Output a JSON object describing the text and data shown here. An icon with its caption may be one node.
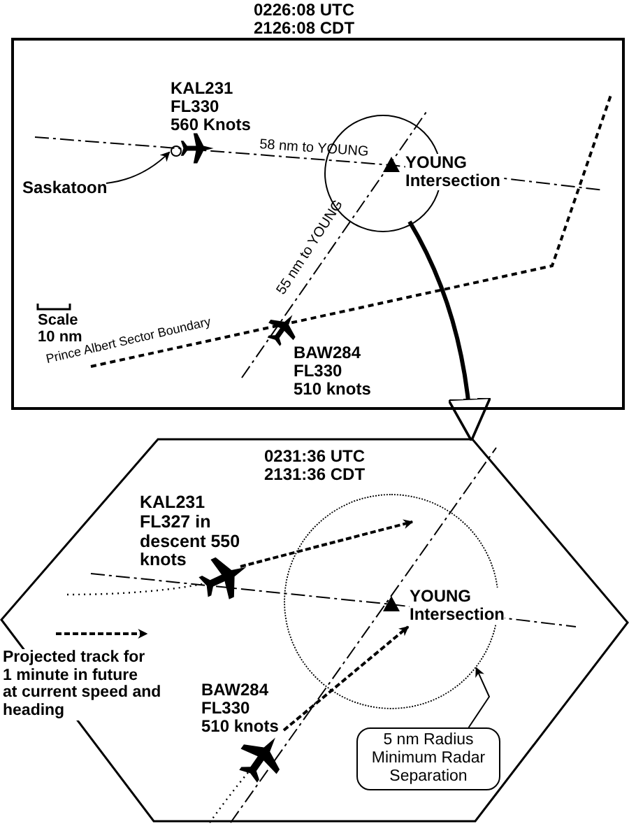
{
  "diagram": {
    "nodes": [
      {
        "text": [
          "0226:08 UTC 2126:08 CDT"
        ]
      },
      {
        "text": [
          "Saskatoon"
        ],
        "in": 0
      },
      {
        "text": [],
        "shape": "circle",
        "in": 0
      },
      {
        "text": [],
        "shape": "circle",
        "in": 0
      },
      {
        "text": [
          "0231:36 UTC 2131:36 CDT"
        ]
      },
      {
        "text": [
          "5 nm Radius Minimum Radar Separation"
        ],
        "in": 4
      },
      {
        "text": [],
        "shape": "circle",
        "in": 4
      }
    ],
    "edges": [
      {
        "from": 1,
        "to": 2,
        "arrow": "to"
      },
      {
        "from": 3,
        "to": 4,
        "arrow": "to",
        "style": "thick"
      },
      {
        "from": 5,
        "to": 6,
        "arrow": "to"
      }
    ],
    "labels": [
      "KAL231 FL330 560 Knots",
      "58 nm to YOUNG",
      "YOUNG Intersection",
      "55 nm to YOUNG",
      "Scale 10 nm",
      "Prince Albert Sector Boundary",
      "BAW284 FL330 510 knots",
      "KAL231 FL327 in descent 550 knots",
      "YOUNG Intersection",
      "BAW284 FL330 510 knots"
    ],
    "legend": [
      {
        "text": "Projected track for 1 minute in future at current speed and heading"
      }
    ]
  }
}
